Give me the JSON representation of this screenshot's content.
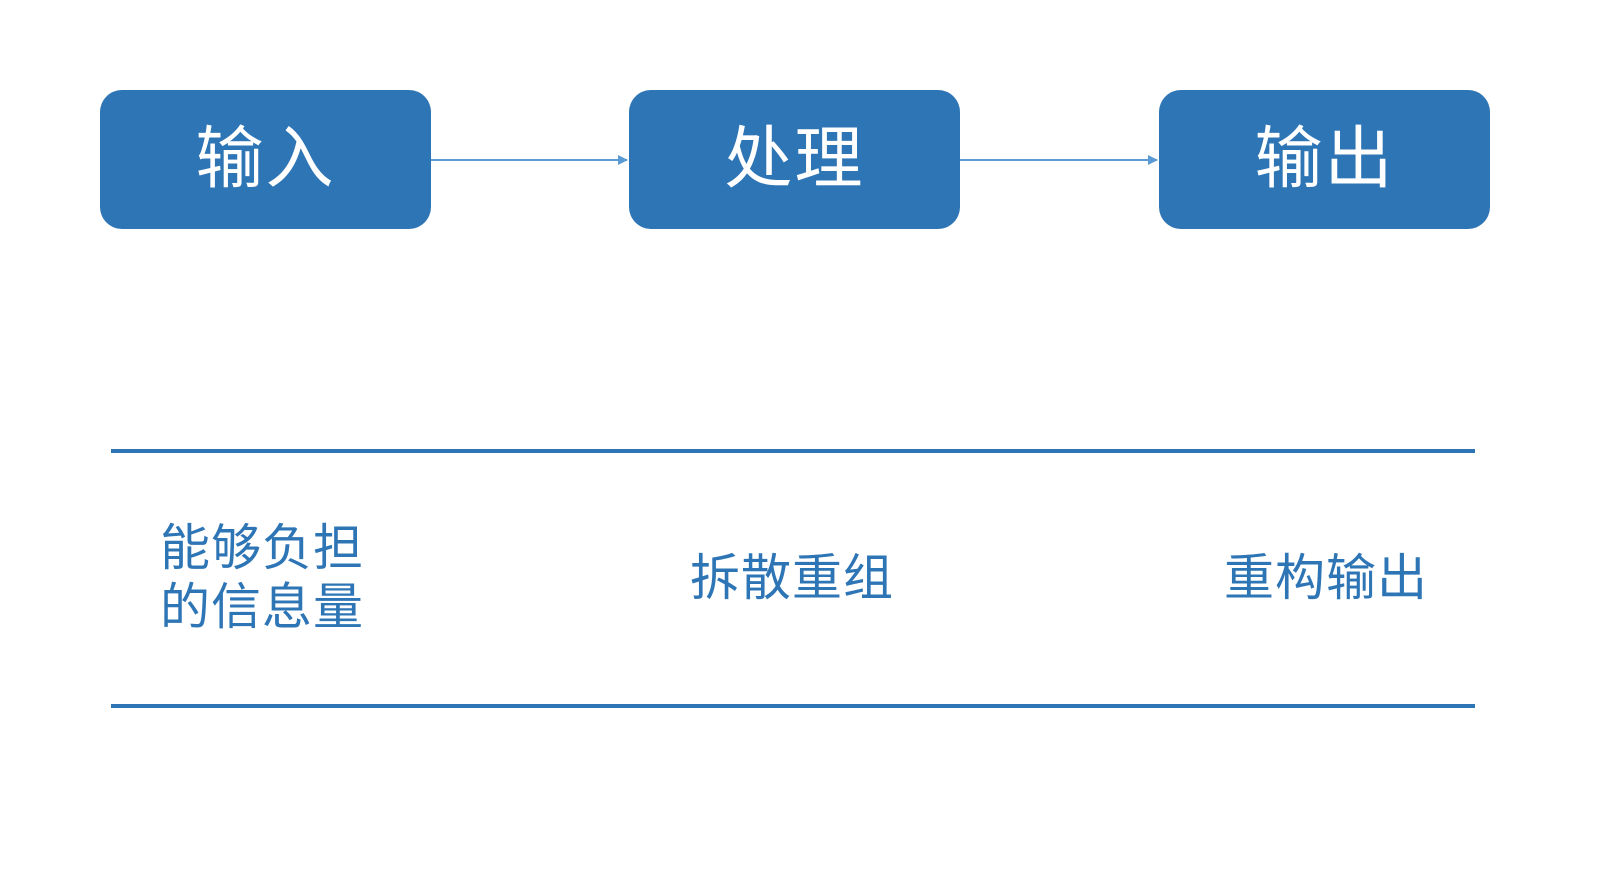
{
  "colors": {
    "box_fill": "#2E75B6",
    "box_text": "#FFFFFF",
    "connector": "#5B9BD5",
    "rule": "#2E75B6",
    "desc_text": "#2E75B6",
    "background": "#FFFFFF"
  },
  "steps": [
    {
      "label": "输入"
    },
    {
      "label": "处理"
    },
    {
      "label": "输出"
    }
  ],
  "descriptions": [
    {
      "lines": [
        "能够负担",
        "的信息量"
      ]
    },
    {
      "lines": [
        "拆散重组"
      ]
    },
    {
      "lines": [
        "重构输出"
      ]
    }
  ]
}
